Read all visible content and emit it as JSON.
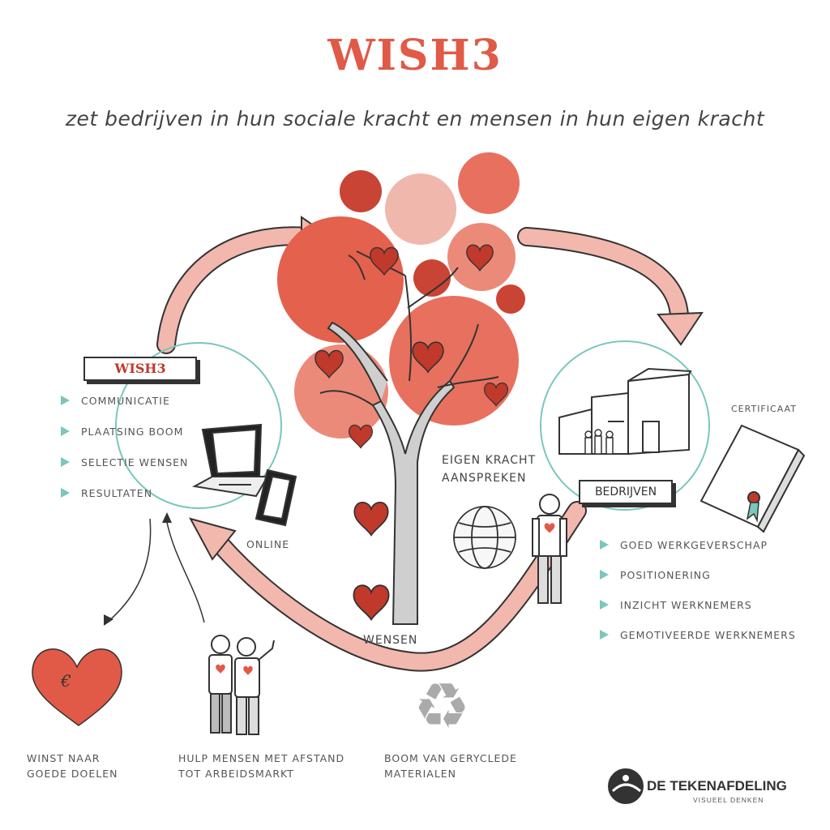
{
  "header": {
    "title": "WISH3",
    "subtitle": "zet bedrijven in hun sociale kracht en mensen in hun eigen kracht"
  },
  "left_panel": {
    "badge": "WISH3",
    "items": [
      "COMMUNICATIE",
      "PLAATSING BOOM",
      "SELECTIE WENSEN",
      "RESULTATEN"
    ],
    "online_label": "ONLINE"
  },
  "center": {
    "eigen_kracht_line1": "EIGEN KRACHT",
    "eigen_kracht_line2": "AANSPREKEN",
    "wensen_label": "WENSEN"
  },
  "right_panel": {
    "badge": "BEDRIJVEN",
    "certificate_label": "CERTIFICAAT",
    "items": [
      "GOED WERKGEVERSCHAP",
      "POSITIONERING",
      "INZICHT WERKNEMERS",
      "GEMOTIVEERDE WERKNEMERS"
    ]
  },
  "bottom": {
    "winst_line1": "WINST NAAR",
    "winst_line2": "GOEDE DOELEN",
    "euro_symbol": "€",
    "hulp_line1": "HULP MENSEN MET AFSTAND",
    "hulp_line2": "TOT ARBEIDSMARKT",
    "boom_line1": "BOOM VAN GERYCLEDE",
    "boom_line2": "MATERIALEN",
    "recycle_glyph": "♻"
  },
  "logo": {
    "name": "DE TEKENAFDELING",
    "tagline": "VISUEEL DENKEN"
  },
  "colors": {
    "accent_red": "#e05a47",
    "dark_red": "#c0392b",
    "pink_arrow": "#f2b8ad",
    "teal": "#7ac7bd"
  }
}
